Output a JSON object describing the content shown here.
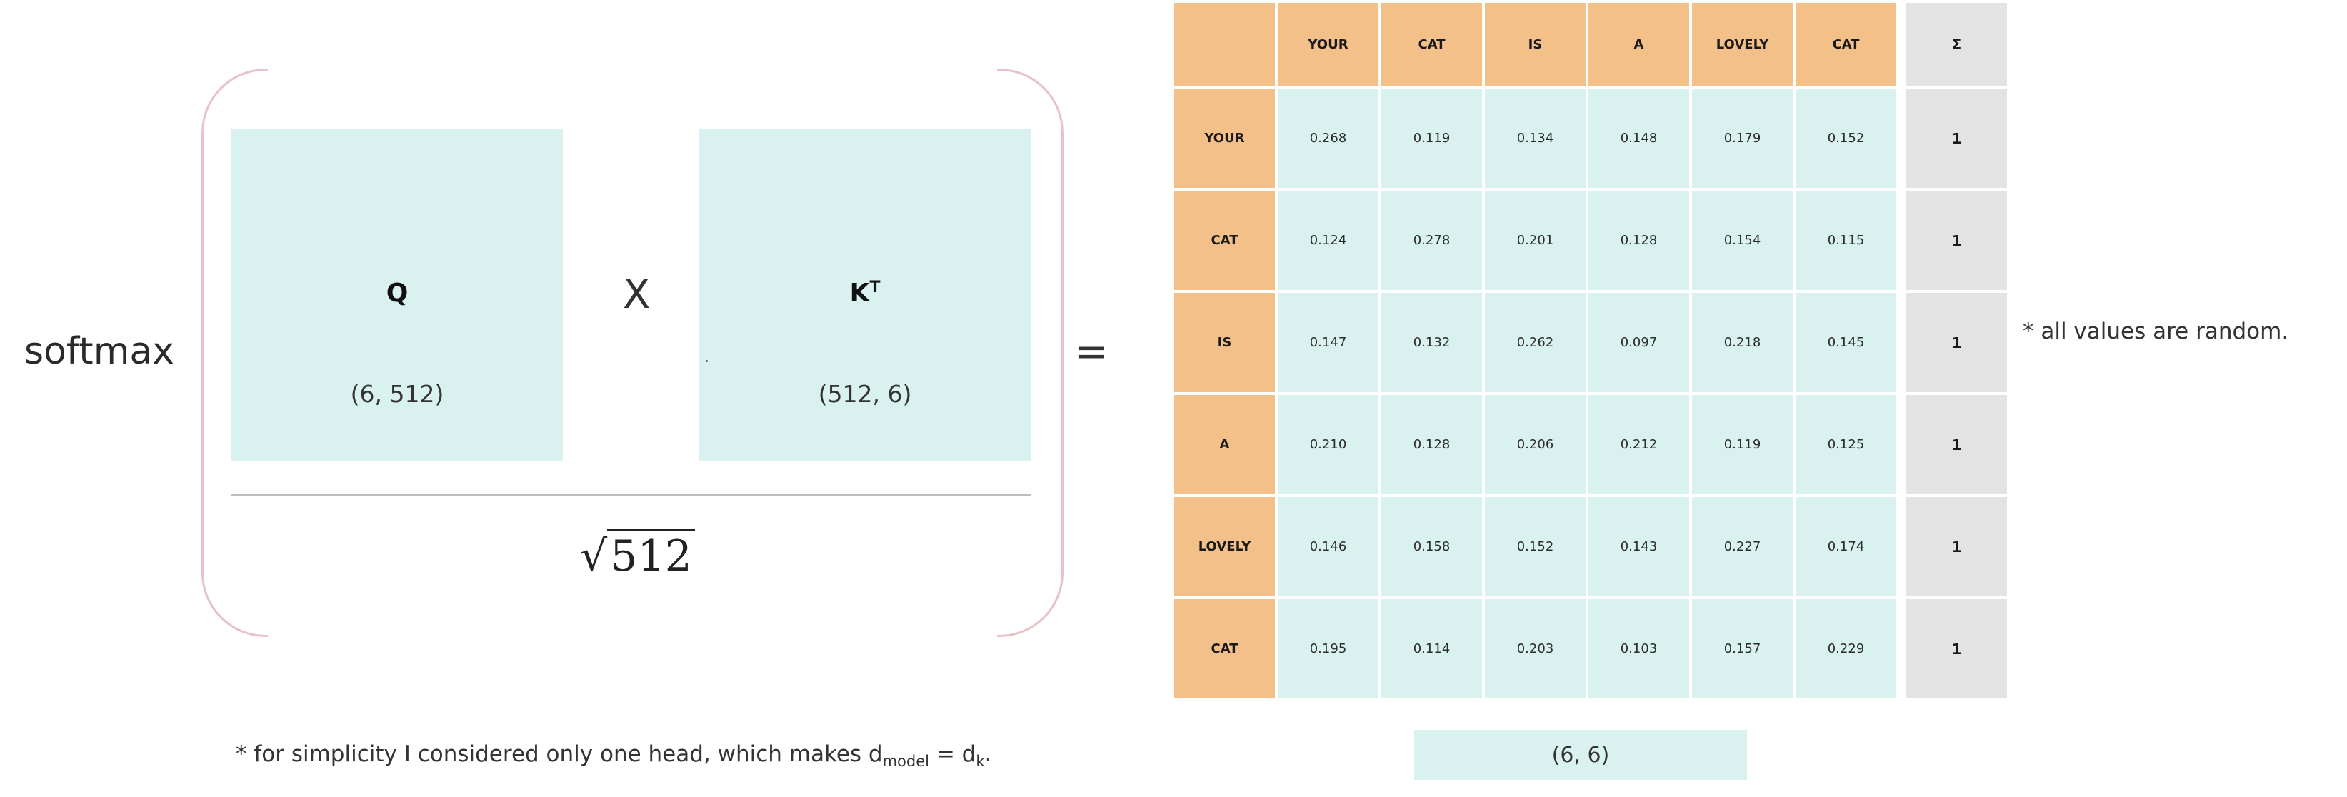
{
  "formula": {
    "softmax_label": "softmax",
    "q_name": "Q",
    "q_dim": "(6, 512)",
    "times": "X",
    "kt_name": "K",
    "kt_sup": "T",
    "kt_dim": "(512, 6)",
    "dot": ".",
    "sqrt_symbol": "√",
    "sqrt_value": "512",
    "equals": "="
  },
  "table": {
    "columns": [
      "YOUR",
      "CAT",
      "IS",
      "A",
      "LOVELY",
      "CAT"
    ],
    "sum_header": "Σ",
    "rows": [
      {
        "label": "YOUR",
        "values": [
          "0.268",
          "0.119",
          "0.134",
          "0.148",
          "0.179",
          "0.152"
        ],
        "sum": "1"
      },
      {
        "label": "CAT",
        "values": [
          "0.124",
          "0.278",
          "0.201",
          "0.128",
          "0.154",
          "0.115"
        ],
        "sum": "1"
      },
      {
        "label": "IS",
        "values": [
          "0.147",
          "0.132",
          "0.262",
          "0.097",
          "0.218",
          "0.145"
        ],
        "sum": "1"
      },
      {
        "label": "A",
        "values": [
          "0.210",
          "0.128",
          "0.206",
          "0.212",
          "0.119",
          "0.125"
        ],
        "sum": "1"
      },
      {
        "label": "LOVELY",
        "values": [
          "0.146",
          "0.158",
          "0.152",
          "0.143",
          "0.227",
          "0.174"
        ],
        "sum": "1"
      },
      {
        "label": "CAT",
        "values": [
          "0.195",
          "0.114",
          "0.203",
          "0.103",
          "0.157",
          "0.229"
        ],
        "sum": "1"
      }
    ],
    "shape": "(6, 6)"
  },
  "notes": {
    "random": "* all values are random.",
    "head_prefix": "* for simplicity I considered only one head, which makes d",
    "head_sub1": "model",
    "head_middle": " = d",
    "head_sub2": "k",
    "head_suffix": "."
  },
  "colors": {
    "header_orange": "#f4c089",
    "cell_teal": "#d9f2f0",
    "sum_gray": "#e3e3e3",
    "paren_pink": "#e7c2c6"
  }
}
